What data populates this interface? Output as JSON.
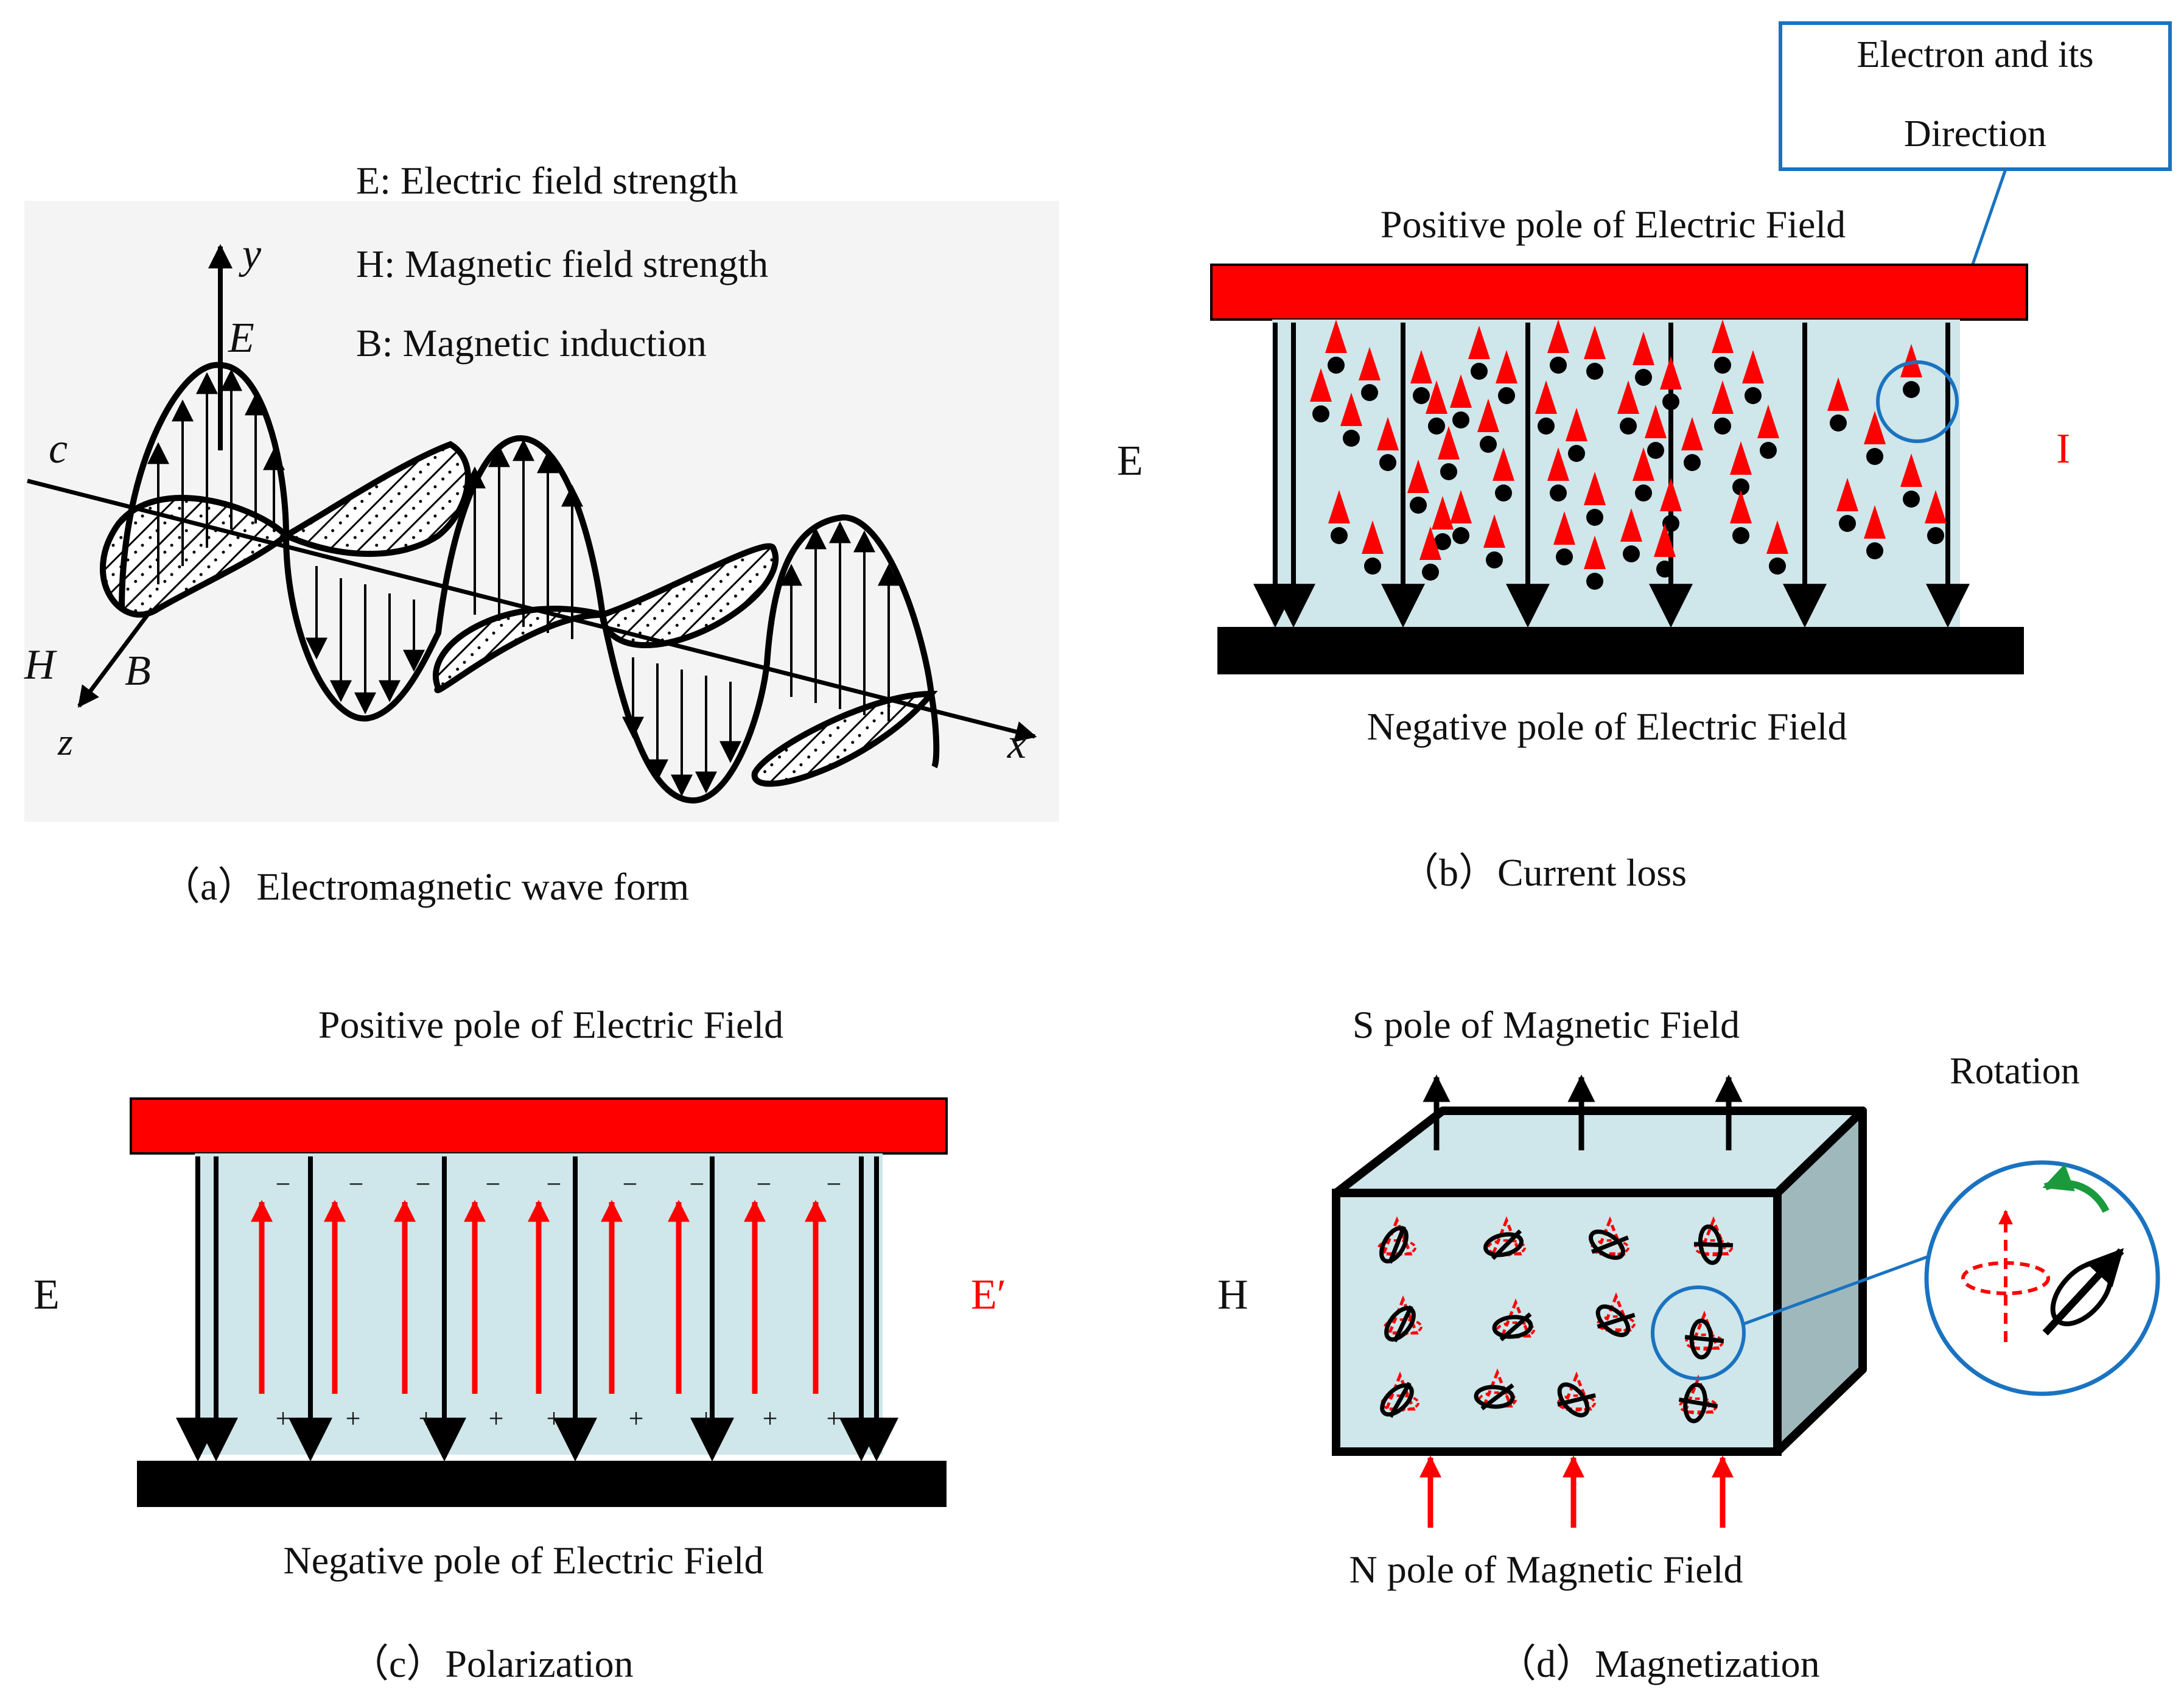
{
  "panel_a": {
    "legend": [
      "E: Electric field strength",
      "H: Magnetic field strength",
      "B: Magnetic induction"
    ],
    "axis_y": "y",
    "axis_x": "x",
    "axis_z": "z",
    "label_E": "E",
    "label_c": "c",
    "label_H": "H",
    "label_B": "B",
    "caption": "（a）Electromagnetic wave form"
  },
  "panel_b": {
    "callout": [
      "Electron and its",
      "Direction"
    ],
    "top_label": "Positive pole of Electric Field",
    "bottom_label": "Negative pole of Electric Field",
    "label_E": "E",
    "label_I": "I",
    "caption": "（b）Current loss"
  },
  "panel_c": {
    "top_label": "Positive pole of Electric Field",
    "bottom_label": "Negative pole of Electric Field",
    "label_E": "E",
    "label_Eprime": "E′",
    "caption": "（c）Polarization",
    "neg_sign": "−",
    "pos_sign": "+"
  },
  "panel_d": {
    "top_label": "S pole of Magnetic Field",
    "bottom_label": "N pole of Magnetic Field",
    "label_H": "H",
    "rotation_label": "Rotation",
    "caption": "（d）Magnetization"
  },
  "colors": {
    "red": "#ff0000",
    "black": "#000000",
    "fill": "#cfe6ea",
    "side": "#9fb8bc",
    "callout": "#1a73c0",
    "green": "#1a9a3c"
  }
}
